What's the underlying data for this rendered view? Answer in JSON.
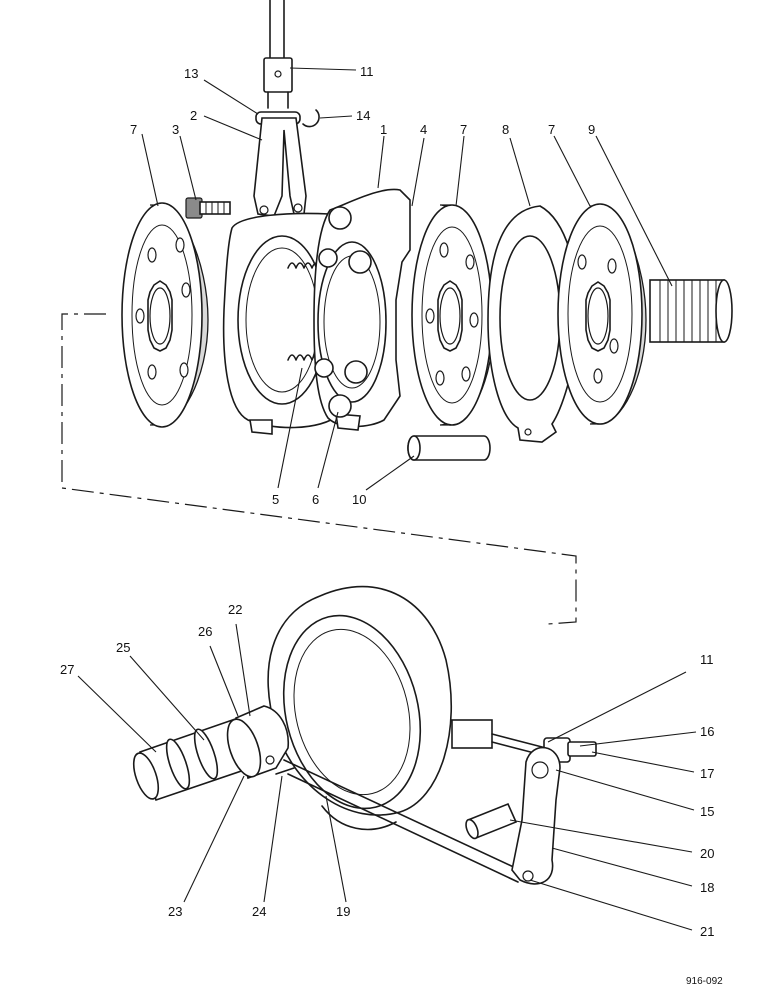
{
  "callouts": {
    "c1": "1",
    "c2": "2",
    "c3": "3",
    "c4": "4",
    "c5": "5",
    "c6": "6",
    "c7a": "7",
    "c7b": "7",
    "c7c": "7",
    "c8": "8",
    "c9": "9",
    "c10": "10",
    "c11a": "11",
    "c11b": "11",
    "c13": "13",
    "c14": "14",
    "c15": "15",
    "c16": "16",
    "c17": "17",
    "c18": "18",
    "c19": "19",
    "c20": "20",
    "c21": "21",
    "c22": "22",
    "c23": "23",
    "c24": "24",
    "c25": "25",
    "c26": "26",
    "c27": "27"
  },
  "reference_code": "916-092"
}
